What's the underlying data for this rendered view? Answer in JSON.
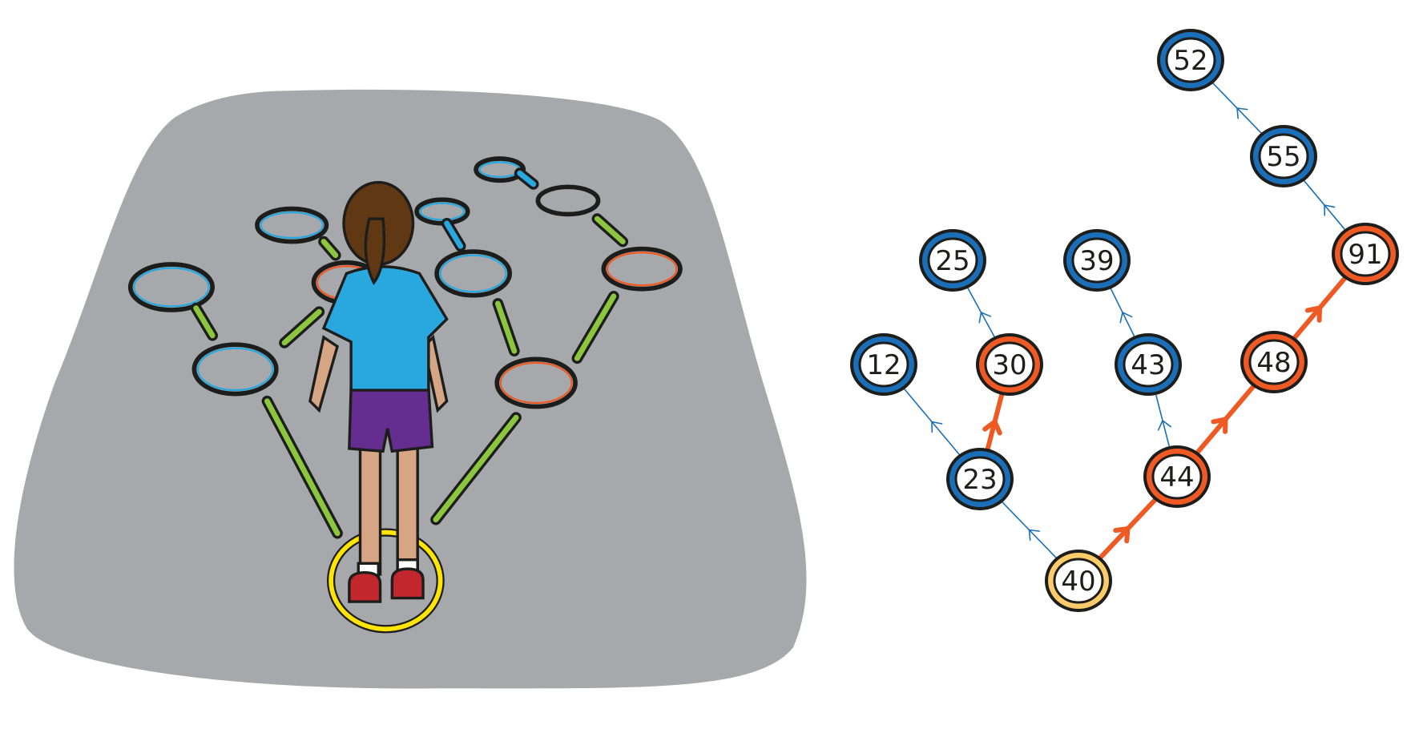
{
  "illustration": {
    "description_icon": "child-standing-in-hoop-icon"
  },
  "tree": {
    "colors": {
      "blue": "#1b6fb8",
      "orange": "#ef5a24",
      "yellow": "#fccb6a",
      "outline": "#1d1d1b"
    },
    "nodes": [
      {
        "id": "n40",
        "value": "40",
        "color": "yellow"
      },
      {
        "id": "n23",
        "value": "23",
        "color": "blue"
      },
      {
        "id": "n44",
        "value": "44",
        "color": "orange"
      },
      {
        "id": "n12",
        "value": "12",
        "color": "blue"
      },
      {
        "id": "n30",
        "value": "30",
        "color": "orange"
      },
      {
        "id": "n43",
        "value": "43",
        "color": "blue"
      },
      {
        "id": "n48",
        "value": "48",
        "color": "orange"
      },
      {
        "id": "n25",
        "value": "25",
        "color": "blue"
      },
      {
        "id": "n39",
        "value": "39",
        "color": "blue"
      },
      {
        "id": "n91",
        "value": "91",
        "color": "orange"
      },
      {
        "id": "n55",
        "value": "55",
        "color": "blue"
      },
      {
        "id": "n52",
        "value": "52",
        "color": "blue"
      }
    ],
    "edges": [
      {
        "from": "n40",
        "to": "n23",
        "color": "blue"
      },
      {
        "from": "n40",
        "to": "n44",
        "color": "orange"
      },
      {
        "from": "n23",
        "to": "n12",
        "color": "blue"
      },
      {
        "from": "n23",
        "to": "n30",
        "color": "orange"
      },
      {
        "from": "n30",
        "to": "n25",
        "color": "blue"
      },
      {
        "from": "n44",
        "to": "n43",
        "color": "blue"
      },
      {
        "from": "n43",
        "to": "n39",
        "color": "blue"
      },
      {
        "from": "n44",
        "to": "n48",
        "color": "orange"
      },
      {
        "from": "n48",
        "to": "n91",
        "color": "orange"
      },
      {
        "from": "n91",
        "to": "n55",
        "color": "blue"
      },
      {
        "from": "n55",
        "to": "n52",
        "color": "blue"
      }
    ]
  }
}
